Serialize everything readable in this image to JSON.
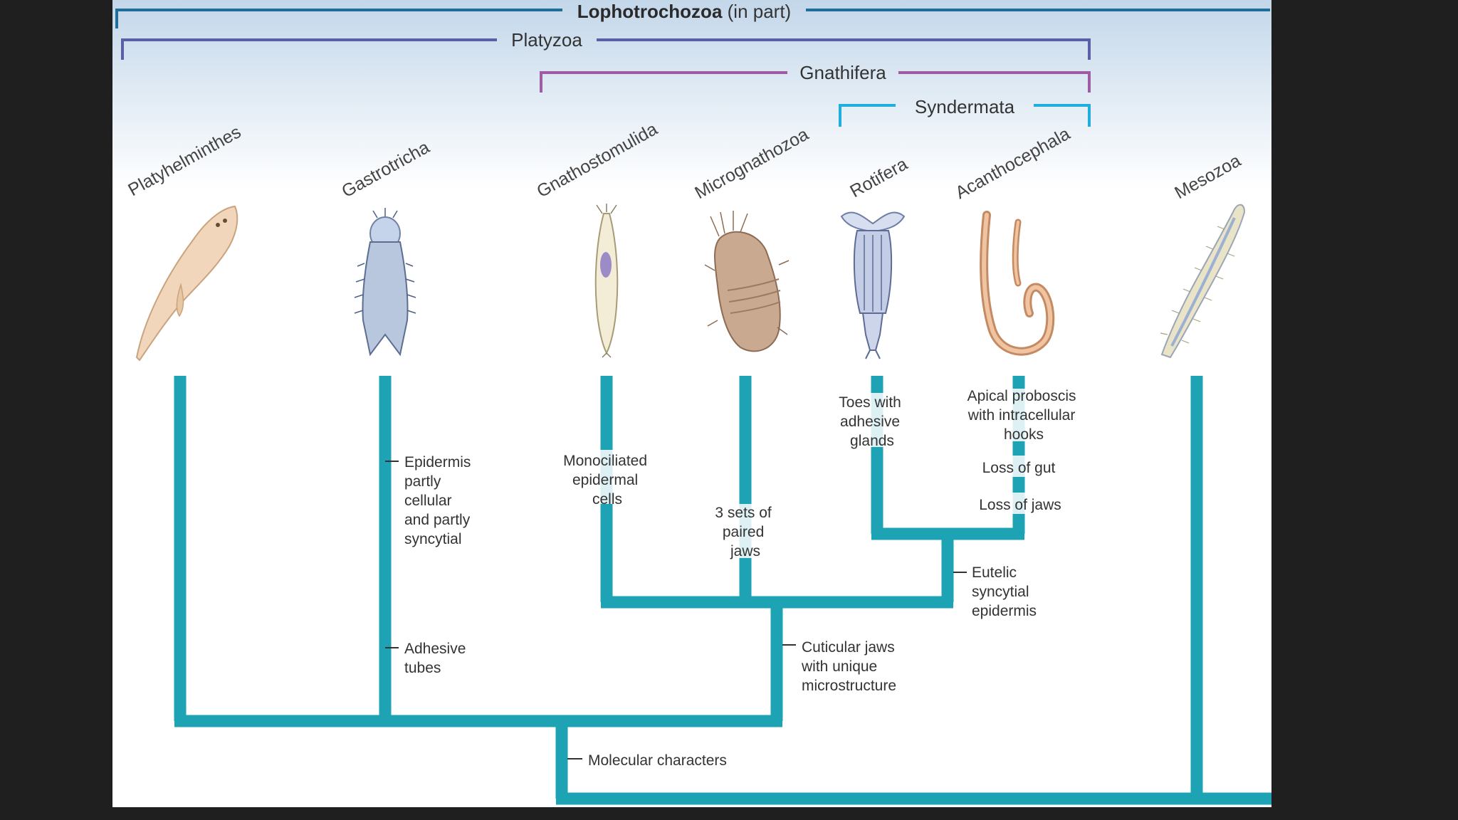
{
  "groups": {
    "lophotrochozoa": {
      "name": "Lophotrochozoa",
      "suffix": " (in part)"
    },
    "platyzoa": "Platyzoa",
    "gnathifera": "Gnathifera",
    "syndermata": "Syndermata"
  },
  "taxa": {
    "platyhelminthes": "Platyhelminthes",
    "gastrotricha": "Gastrotricha",
    "gnathostomulida": "Gnathostomulida",
    "micrognathozoa": "Micrognathozoa",
    "rotifera": "Rotifera",
    "acanthocephala": "Acanthocephala",
    "mesozoa": "Mesozoa"
  },
  "characters": {
    "epidermis": [
      "Epidermis",
      "partly",
      "cellular",
      "and partly",
      "syncytial"
    ],
    "adhesive_tubes": [
      "Adhesive",
      "tubes"
    ],
    "monociliated": [
      "Monociliated",
      "epidermal",
      "cells"
    ],
    "paired_jaws": [
      "3 sets of",
      "paired",
      "jaws"
    ],
    "toes": [
      "Toes with",
      "adhesive",
      "glands"
    ],
    "proboscis": [
      "Apical proboscis",
      "with intracellular",
      "hooks"
    ],
    "loss_gut": "Loss of gut",
    "loss_jaws": "Loss of jaws",
    "eutelic": [
      "Eutelic",
      "syncytial",
      "epidermis"
    ],
    "cuticular_jaws": [
      "Cuticular jaws",
      "with unique",
      "microstructure"
    ],
    "molecular": "Molecular characters"
  },
  "colors": {
    "tree": "#1ea3b5",
    "lophotrochozoa_bracket": "#1f6e98",
    "platyzoa_bracket": "#5b5fa8",
    "gnathifera_bracket": "#a05ca3",
    "syndermata_bracket": "#20aede"
  }
}
